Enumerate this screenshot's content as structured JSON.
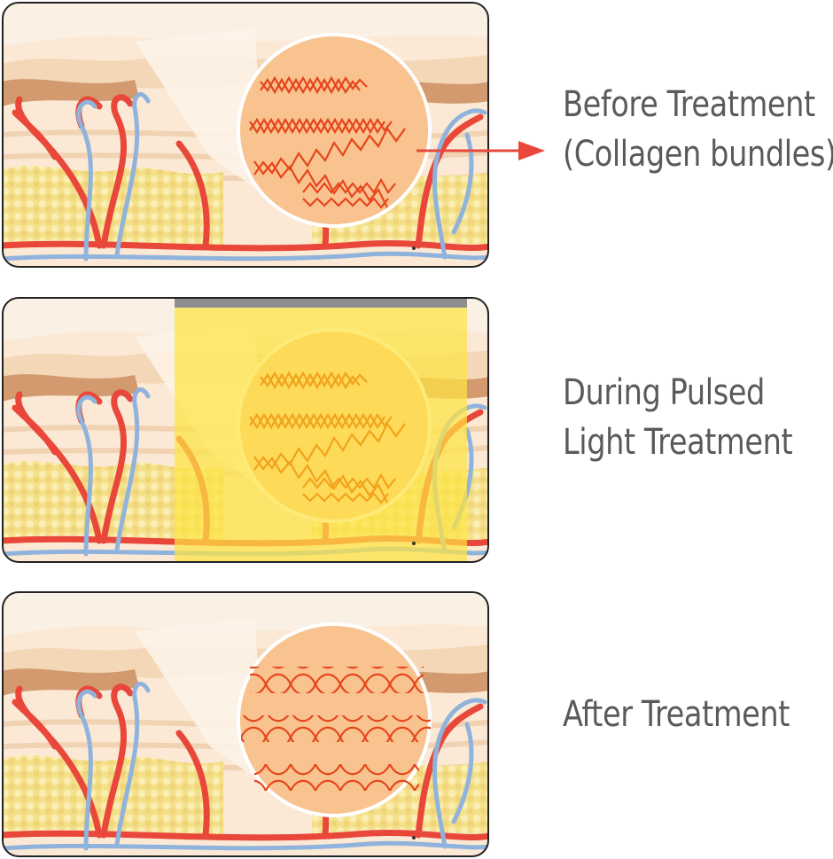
{
  "diagram": {
    "stages": [
      {
        "id": "before",
        "caption_lines": [
          "Before Treatment",
          "(Collagen bundles)"
        ],
        "fibers": "tangled",
        "light": false,
        "arrow": true
      },
      {
        "id": "during",
        "caption_lines": [
          "During Pulsed",
          "Light Treatment"
        ],
        "fibers": "tangled",
        "light": true,
        "arrow": false
      },
      {
        "id": "after",
        "caption_lines": [
          "After Treatment"
        ],
        "fibers": "ordered",
        "light": false,
        "arrow": false
      }
    ],
    "colors": {
      "artery": "#e8473a",
      "vein": "#8fb3dc",
      "fat": "#f5e08a",
      "dermis": "#f6dcc0",
      "epidermis": "#d29a6e",
      "zoom_circle": "#f9c38f",
      "collagen": "#e6451c",
      "collagen_heated": "#f2a21c",
      "light_beam": "#fde342",
      "light_source": "#8e8e8e",
      "arrow": "#e8473a",
      "caption_text": "#5a5a5a"
    }
  }
}
